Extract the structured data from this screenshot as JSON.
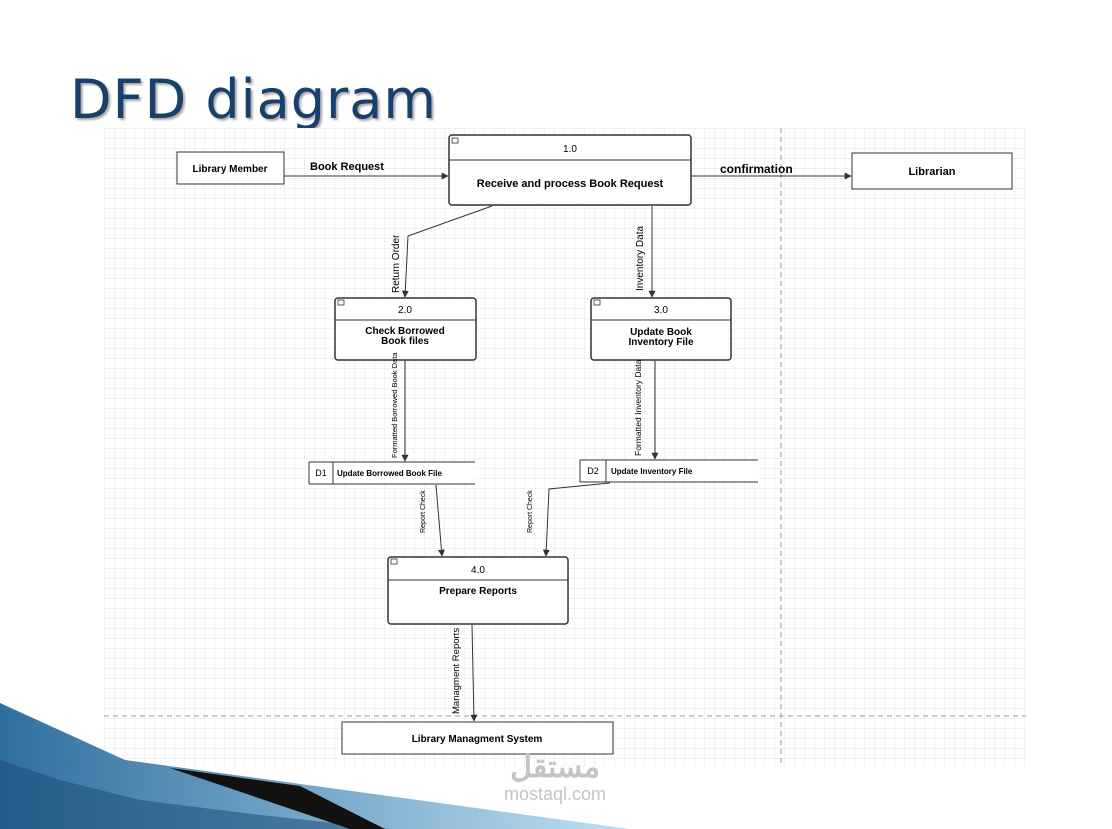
{
  "slide": {
    "title": "DFD diagram"
  },
  "external_entities": {
    "library_member": "Library Member",
    "librarian": "Librarian",
    "library_management_system": "Library Managment System"
  },
  "processes": [
    {
      "id": "1.0",
      "name": "Receive and process Book Request"
    },
    {
      "id": "2.0",
      "name_line1": "Check Borrowed",
      "name_line2": "Book files"
    },
    {
      "id": "3.0",
      "name_line1": "Update Book",
      "name_line2": "Inventory  File"
    },
    {
      "id": "4.0",
      "name": "Prepare Reports"
    }
  ],
  "data_stores": [
    {
      "id": "D1",
      "name": "Update Borrowed Book File"
    },
    {
      "id": "D2",
      "name": "Update Inventory File"
    }
  ],
  "flows": {
    "book_request": "Book Request",
    "confirmation": "confirmation",
    "return_order": "Return Order",
    "inventory_data": "Inventory Data",
    "formatted_borrowed": "Formatted Borrowed Book Data",
    "formatted_inventory": "Formatted Inventory Data",
    "report_check_1": "Report Check",
    "report_check_2": "Report Check",
    "management_reports": "Managment Reports"
  },
  "watermark": {
    "logo_text": "مستقل",
    "site": "mostaql.com"
  },
  "colors": {
    "title": "#17406d",
    "grid": "#e4e4e4",
    "line": "#333333"
  }
}
